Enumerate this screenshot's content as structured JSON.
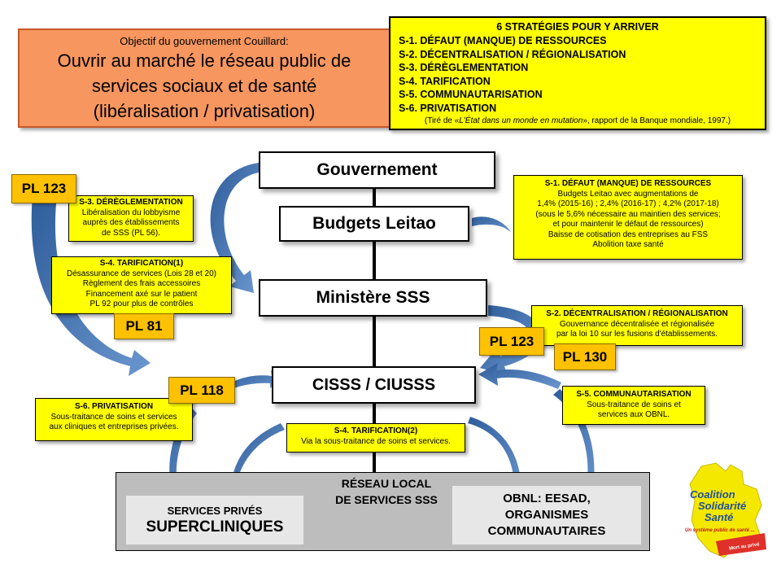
{
  "objective": {
    "intro": "Objectif du gouvernement Couillard:",
    "line1": "Ouvrir au marché le réseau public de",
    "line2": "services sociaux et de santé",
    "line3": "(libéralisation / privatisation)"
  },
  "strategies": {
    "title": "6 STRATÉGIES POUR Y ARRIVER",
    "items": [
      "S-1. DÉFAUT (MANQUE) DE RESSOURCES",
      "S-2. DÉCENTRALISATION  / RÉGIONALISATION",
      "S-3. DÉRÈGLEMENTATION",
      "S-4. TARIFICATION",
      "S-5. COMMUNAUTARISATION",
      "S-6. PRIVATISATION"
    ],
    "source_pre": "(Tiré de «",
    "source_title": "L'État dans un monde en mutation",
    "source_post": "», rapport de la Banque mondiale,  1997.)"
  },
  "hierarchy": {
    "gouvernement": "Gouvernement",
    "budgets": "Budgets Leitao",
    "ministere": "Ministère SSS",
    "cisss": "CISSS / CIUSSS"
  },
  "bills": {
    "pl123_left": "PL 123",
    "pl81": "PL 81",
    "pl123_right": "PL 123",
    "pl130": "PL 130",
    "pl118": "PL 118"
  },
  "notes": {
    "s3": {
      "title": "S-3. DÉRÈGLEMENTATION",
      "lines": [
        "Libéralisation du lobbyisme",
        "auprès des établissements",
        "de SSS (PL 56)."
      ]
    },
    "s4a": {
      "title": "S-4. TARIFICATION(1)",
      "lines": [
        "Désassurance de services (Lois 28 et 20)",
        "Règlement  des frais accessoires",
        "Financement axé sur le patient",
        "PL 92 pour plus de contrôles"
      ]
    },
    "s1": {
      "title": "S-1. DÉFAUT (MANQUE) DE RESSOURCES",
      "lines": [
        "Budgets Leitao  avec augmentations de",
        "1,4%  (2015-16) ;  2,4%  (2016-17) ; 4,2% (2017-18)",
        "(sous le 5,6% nécessaire au  maintien des services;",
        "et pour maintenir le  défaut de ressources)",
        "Baisse de cotisation des entreprises au FSS",
        "Abolition taxe santé"
      ]
    },
    "s2": {
      "title": "S-2. DÉCENTRALISATION / RÉGIONALISATION",
      "lines": [
        "Gouvernance décentralisée et régionalisée",
        "par la loi 10 sur les fusions d'établissements."
      ]
    },
    "s6": {
      "title": "S-6. PRIVATISATION",
      "lines": [
        "Sous-traitance de soins et services",
        "aux cliniques et entreprises privées."
      ]
    },
    "s5": {
      "title": "S-5. COMMUNAUTARISATION",
      "lines": [
        "Sous-traitance de soins et",
        "services aux OBNL."
      ]
    },
    "s4b": {
      "title": "S-4. TARIFICATION(2)",
      "lines": [
        "Via la sous-traitance de soins et services."
      ]
    }
  },
  "network": {
    "title1": "RÉSEAU LOCAL",
    "title2": "DE SERVICES SSS",
    "private1": "SERVICES PRIVÉS",
    "private2": "SUPERCLINIQUES",
    "obnl1": "OBNL: EESAD,",
    "obnl2": "ORGANISMES",
    "obnl3": "COMMUNAUTAIRES"
  },
  "logo": {
    "line1": "Coalition",
    "line2": "Solidarité",
    "line3": "Santé",
    "tagline": "Un système public de santé ...",
    "stamp": "Mort au privé"
  },
  "colors": {
    "arrow": "#4a78b5",
    "yellow": "#ffff00",
    "orange": "#f7965f",
    "gold": "#fdc100"
  }
}
